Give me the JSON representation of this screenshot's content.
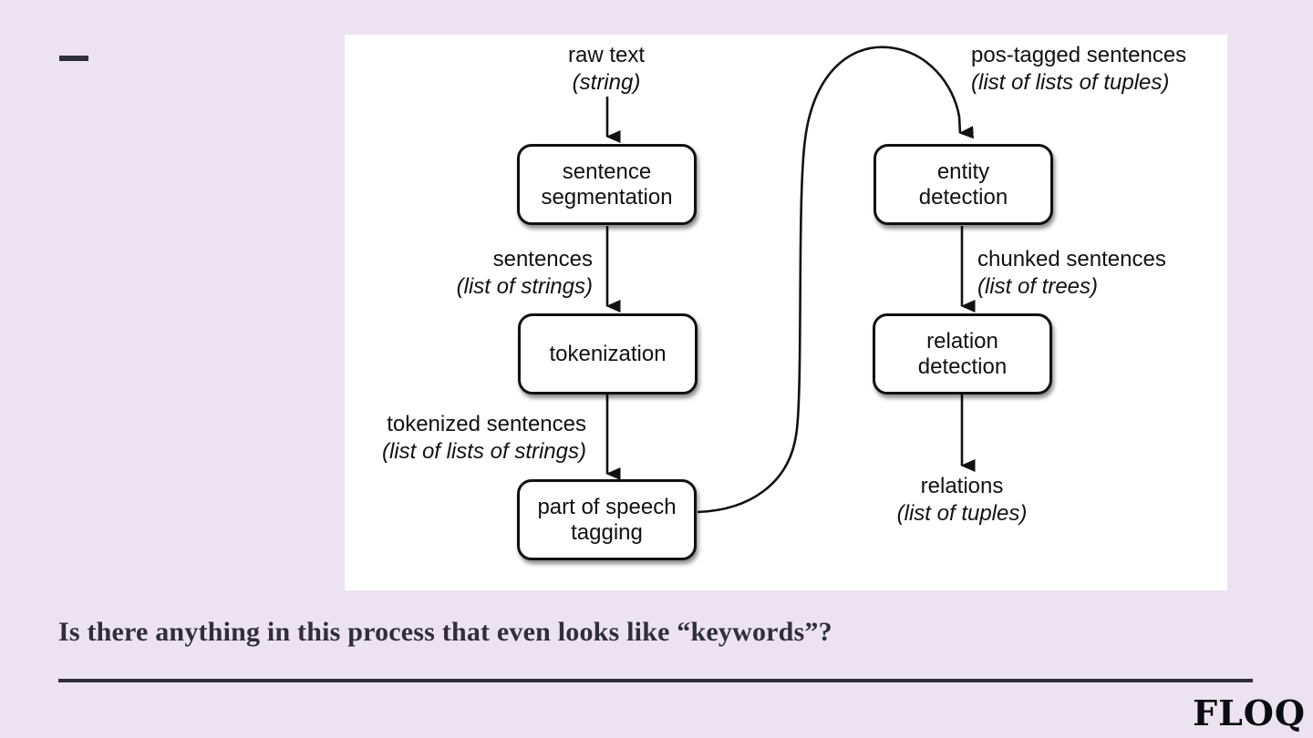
{
  "colors": {
    "background": "#ece2f1",
    "ink": "#302e3e",
    "diagram_ink": "#111111",
    "panel_background": "#ffffff"
  },
  "slide": {
    "headline": "Is there anything in this process that even looks like “keywords”?",
    "logo": "FLOQ"
  },
  "diagram": {
    "nodes": [
      {
        "id": "sentence-segmentation",
        "label": "sentence\nsegmentation"
      },
      {
        "id": "tokenization",
        "label": "tokenization"
      },
      {
        "id": "pos-tagging",
        "label": "part of speech\ntagging"
      },
      {
        "id": "entity-detection",
        "label": "entity\ndetection"
      },
      {
        "id": "relation-detection",
        "label": "relation\ndetection"
      }
    ],
    "labels": [
      {
        "id": "raw-text",
        "name": "raw text",
        "type": "(string)"
      },
      {
        "id": "sentences",
        "name": "sentences",
        "type": "(list of strings)"
      },
      {
        "id": "tokenized",
        "name": "tokenized sentences",
        "type": "(list of lists of strings)"
      },
      {
        "id": "pos-tagged",
        "name": "pos-tagged sentences",
        "type": "(list of lists of tuples)"
      },
      {
        "id": "chunked",
        "name": "chunked sentences",
        "type": "(list of trees)"
      },
      {
        "id": "relations",
        "name": "relations",
        "type": "(list of tuples)"
      }
    ]
  }
}
